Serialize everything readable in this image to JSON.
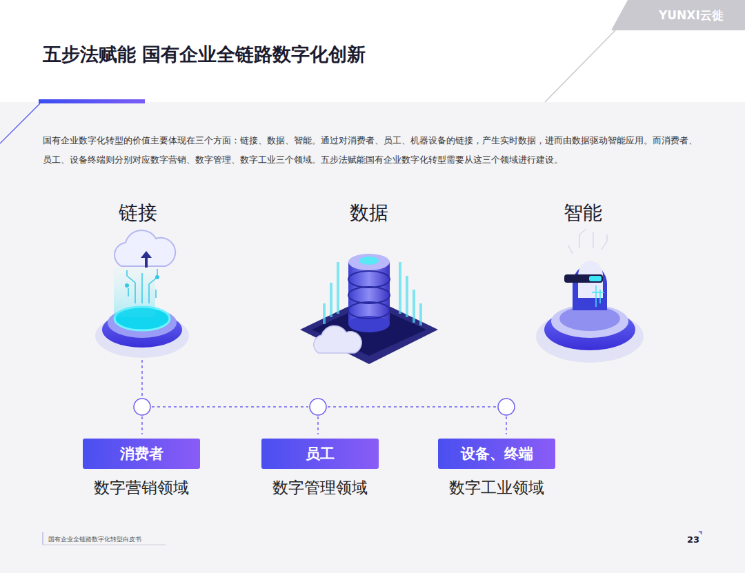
{
  "diagram": {
    "title": "五步法赋能 国有企业全链路数字化创新",
    "nodes": [
      {
        "text": [
          "消费者",
          "数字营销领域"
        ]
      },
      {
        "text": [
          "员工",
          "数字管理领域"
        ]
      },
      {
        "text": [
          "设备、终端",
          "数字工业领域"
        ]
      }
    ],
    "labels": [
      "YUNXI云徙",
      "国有企业数字化转型的价值主要体现在三个方面：链接、数据、智能。通过对消费者、员工、机器设备的链接，产生实时数据，进而由数据驱动智能应用。而消费者、员工、设备终端则分别对应数字营销、数字管理、数字工业三个领域。五步法赋能国有企业数字化转型需要从这三个领域进行建设。",
      "链接",
      "数据",
      "智能",
      "国有企业全链路数字化转型白皮书",
      "23"
    ]
  }
}
